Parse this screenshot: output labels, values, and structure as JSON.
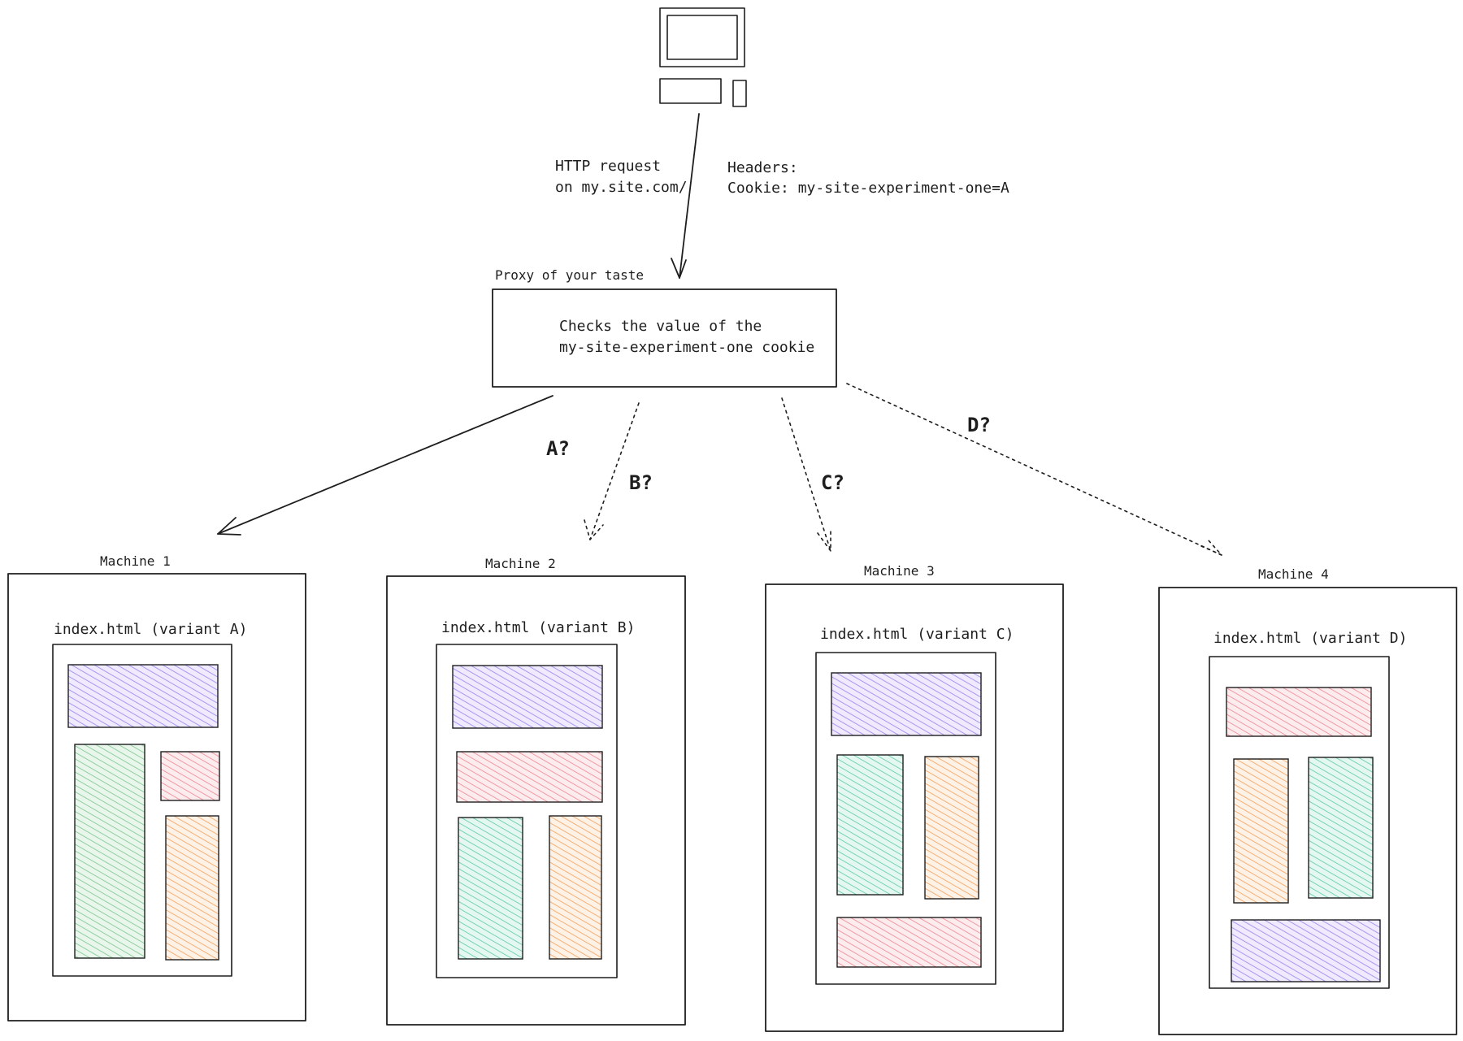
{
  "client": {
    "request_line1": "HTTP request",
    "request_line2": "on my.site.com/",
    "headers_line1": "Headers:",
    "headers_line2": "Cookie: my-site-experiment-one=A"
  },
  "proxy": {
    "caption": "Proxy of your taste",
    "text_line1": "Checks the value of  the",
    "text_line2": "my-site-experiment-one cookie"
  },
  "routes": [
    "A?",
    "B?",
    "C?",
    "D?"
  ],
  "machines": [
    {
      "title": "Machine 1",
      "page_label": "index.html (variant A)"
    },
    {
      "title": "Machine 2",
      "page_label": "index.html (variant B)"
    },
    {
      "title": "Machine 3",
      "page_label": "index.html (variant C)"
    },
    {
      "title": "Machine 4",
      "page_label": "index.html (variant D)"
    }
  ],
  "colors": {
    "ink": "#1e1e1e",
    "purple": "#a88ff0",
    "green": "#8fcf9d",
    "teal": "#6fd2b5",
    "red": "#ef8f98",
    "orange": "#f5ad6f"
  }
}
